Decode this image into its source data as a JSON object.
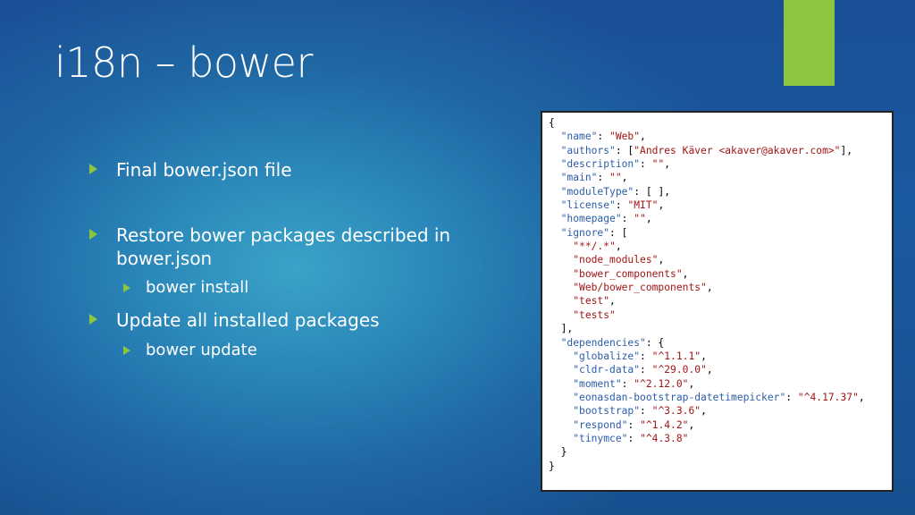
{
  "slide": {
    "title": "i18n – bower",
    "colors": {
      "accent_bar": "#8cc63f",
      "bullet_arrow": "#8cc63f",
      "text": "#ffffff",
      "code_key": "#2b5da8",
      "code_string": "#a31515"
    }
  },
  "bullets": [
    {
      "text": "Final bower.json file",
      "level": 1
    },
    {
      "text": "Restore bower packages described in bower.json",
      "level": 1
    },
    {
      "text": "bower install",
      "level": 2
    },
    {
      "text": "Update all installed packages",
      "level": 1
    },
    {
      "text": "bower update",
      "level": 2
    }
  ],
  "code": {
    "language": "json",
    "lines": [
      "{",
      "  \"name\": \"Web\",",
      "  \"authors\": [\"Andres Käver <akaver@akaver.com>\"],",
      "  \"description\": \"\",",
      "  \"main\": \"\",",
      "  \"moduleType\": [ ],",
      "  \"license\": \"MIT\",",
      "  \"homepage\": \"\",",
      "  \"ignore\": [",
      "    \"**/.*\",",
      "    \"node_modules\",",
      "    \"bower_components\",",
      "    \"Web/bower_components\",",
      "    \"test\",",
      "    \"tests\"",
      "  ],",
      "  \"dependencies\": {",
      "    \"globalize\": \"^1.1.1\",",
      "    \"cldr-data\": \"^29.0.0\",",
      "    \"moment\": \"^2.12.0\",",
      "    \"eonasdan-bootstrap-datetimepicker\": \"^4.17.37\",",
      "    \"bootstrap\": \"^3.3.6\",",
      "    \"respond\": \"^1.4.2\",",
      "    \"tinymce\": \"^4.3.8\"",
      "  }",
      "}"
    ]
  }
}
